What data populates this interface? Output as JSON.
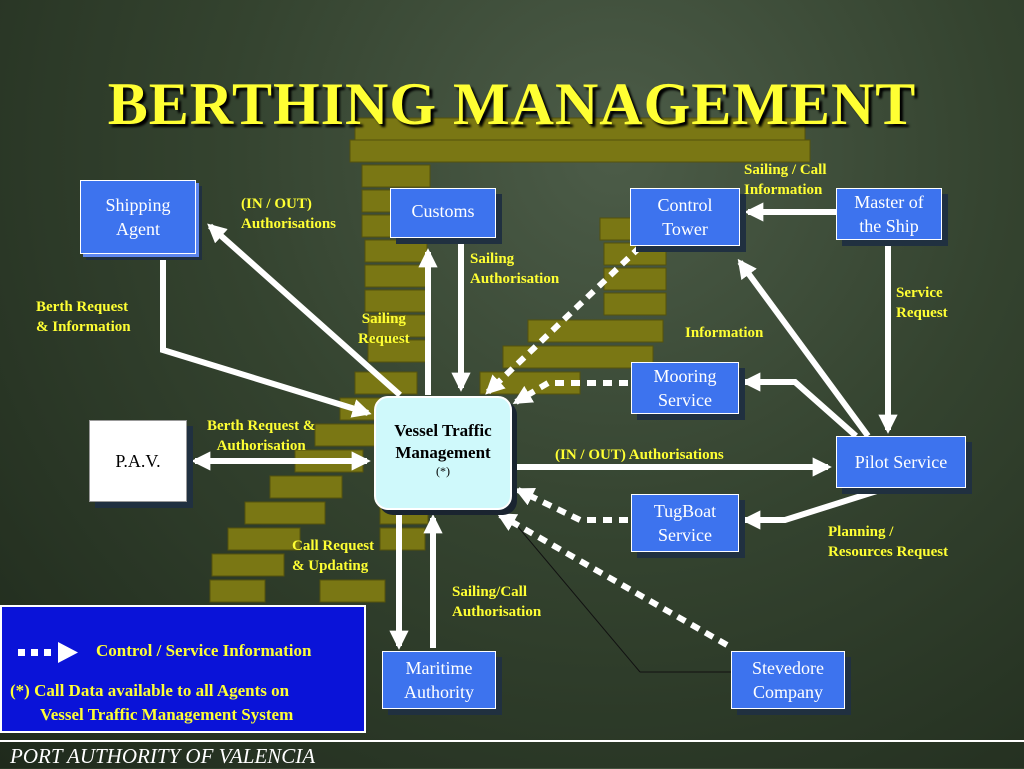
{
  "title": "BERTHING MANAGEMENT",
  "nodes": {
    "shipping_agent": [
      "Shipping",
      "Agent"
    ],
    "customs": "Customs",
    "control_tower": [
      "Control",
      "Tower"
    ],
    "master_of_ship": [
      "Master of",
      "the Ship"
    ],
    "mooring_service": [
      "Mooring",
      "Service"
    ],
    "pav": "P.A.V.",
    "vtm": [
      "Vessel Traffic",
      "Management",
      "(*)"
    ],
    "pilot_service": "Pilot Service",
    "tugboat_service": [
      "TugBoat",
      "Service"
    ],
    "maritime_authority": [
      "Maritime",
      "Authority"
    ],
    "stevedore_company": [
      "Stevedore",
      "Company"
    ]
  },
  "labels": {
    "in_out_auth_top": [
      "(IN / OUT)",
      "Authorisations"
    ],
    "sailing_call_info": [
      "Sailing / Call",
      "Information"
    ],
    "sailing_authorisation": [
      "Sailing",
      "Authorisation"
    ],
    "berth_request_info": [
      "Berth Request",
      "& Information"
    ],
    "sailing_request": [
      "Sailing",
      "Request"
    ],
    "information": "Information",
    "service_request": [
      "Service",
      "Request"
    ],
    "berth_request_auth": [
      "Berth Request &",
      "Authorisation"
    ],
    "in_out_auth_mid": "(IN / OUT) Authorisations",
    "planning_resources": [
      "Planning /",
      "Resources Request"
    ],
    "call_request_updating": [
      "Call Request",
      "& Updating"
    ],
    "sailing_call_auth": [
      "Sailing/Call",
      "Authorisation"
    ]
  },
  "legend": {
    "control_info": "Control / Service Information",
    "note_line1": "(*) Call Data available to all Agents on",
    "note_line2": "Vessel Traffic Management System"
  },
  "footer": "PORT AUTHORITY OF VALENCIA",
  "colors": {
    "title": "#ffff33",
    "node_blue": "#3d73ee",
    "center_node": "#cff9fb",
    "legend_bg": "#0a13d8",
    "arrow": "#ffffff",
    "label": "#ffff33",
    "background_blocks": "#7a7714"
  }
}
